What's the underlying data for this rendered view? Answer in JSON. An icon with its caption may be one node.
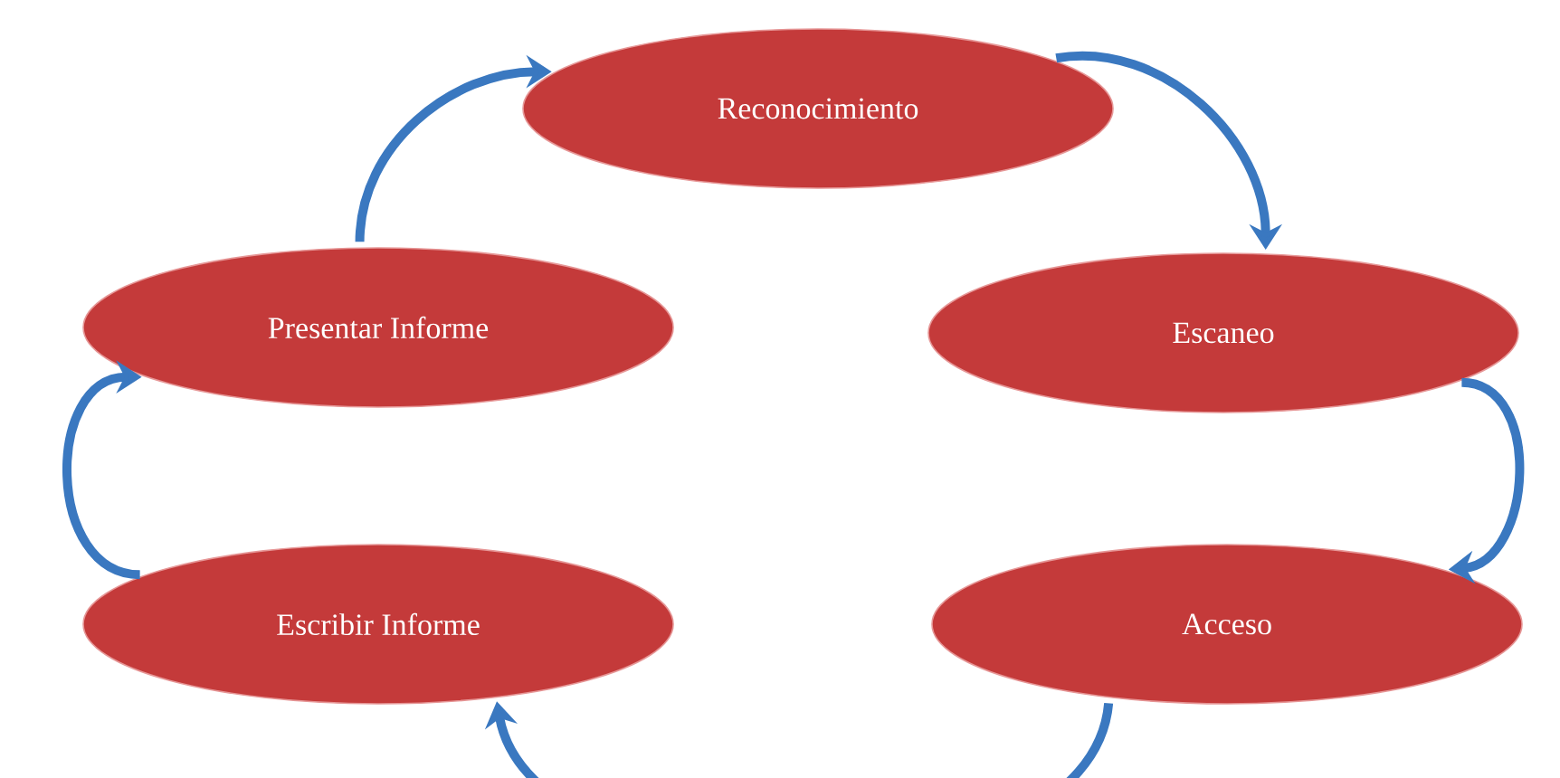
{
  "diagram": {
    "nodes": [
      {
        "text": [
          "Reconocimiento"
        ]
      },
      {
        "text": [
          "Escaneo"
        ]
      },
      {
        "text": [
          "Acceso"
        ]
      },
      {
        "text": [
          "Escribir Informe"
        ]
      },
      {
        "text": [
          "Presentar Informe"
        ]
      }
    ],
    "edges": [
      {
        "from": 0,
        "to": 1,
        "arrow": "to"
      },
      {
        "from": 1,
        "to": 2,
        "arrow": "to"
      },
      {
        "from": 2,
        "to": 3,
        "arrow": "to"
      },
      {
        "from": 3,
        "to": 4,
        "arrow": "to"
      },
      {
        "from": 4,
        "to": 0,
        "arrow": "to"
      }
    ]
  }
}
